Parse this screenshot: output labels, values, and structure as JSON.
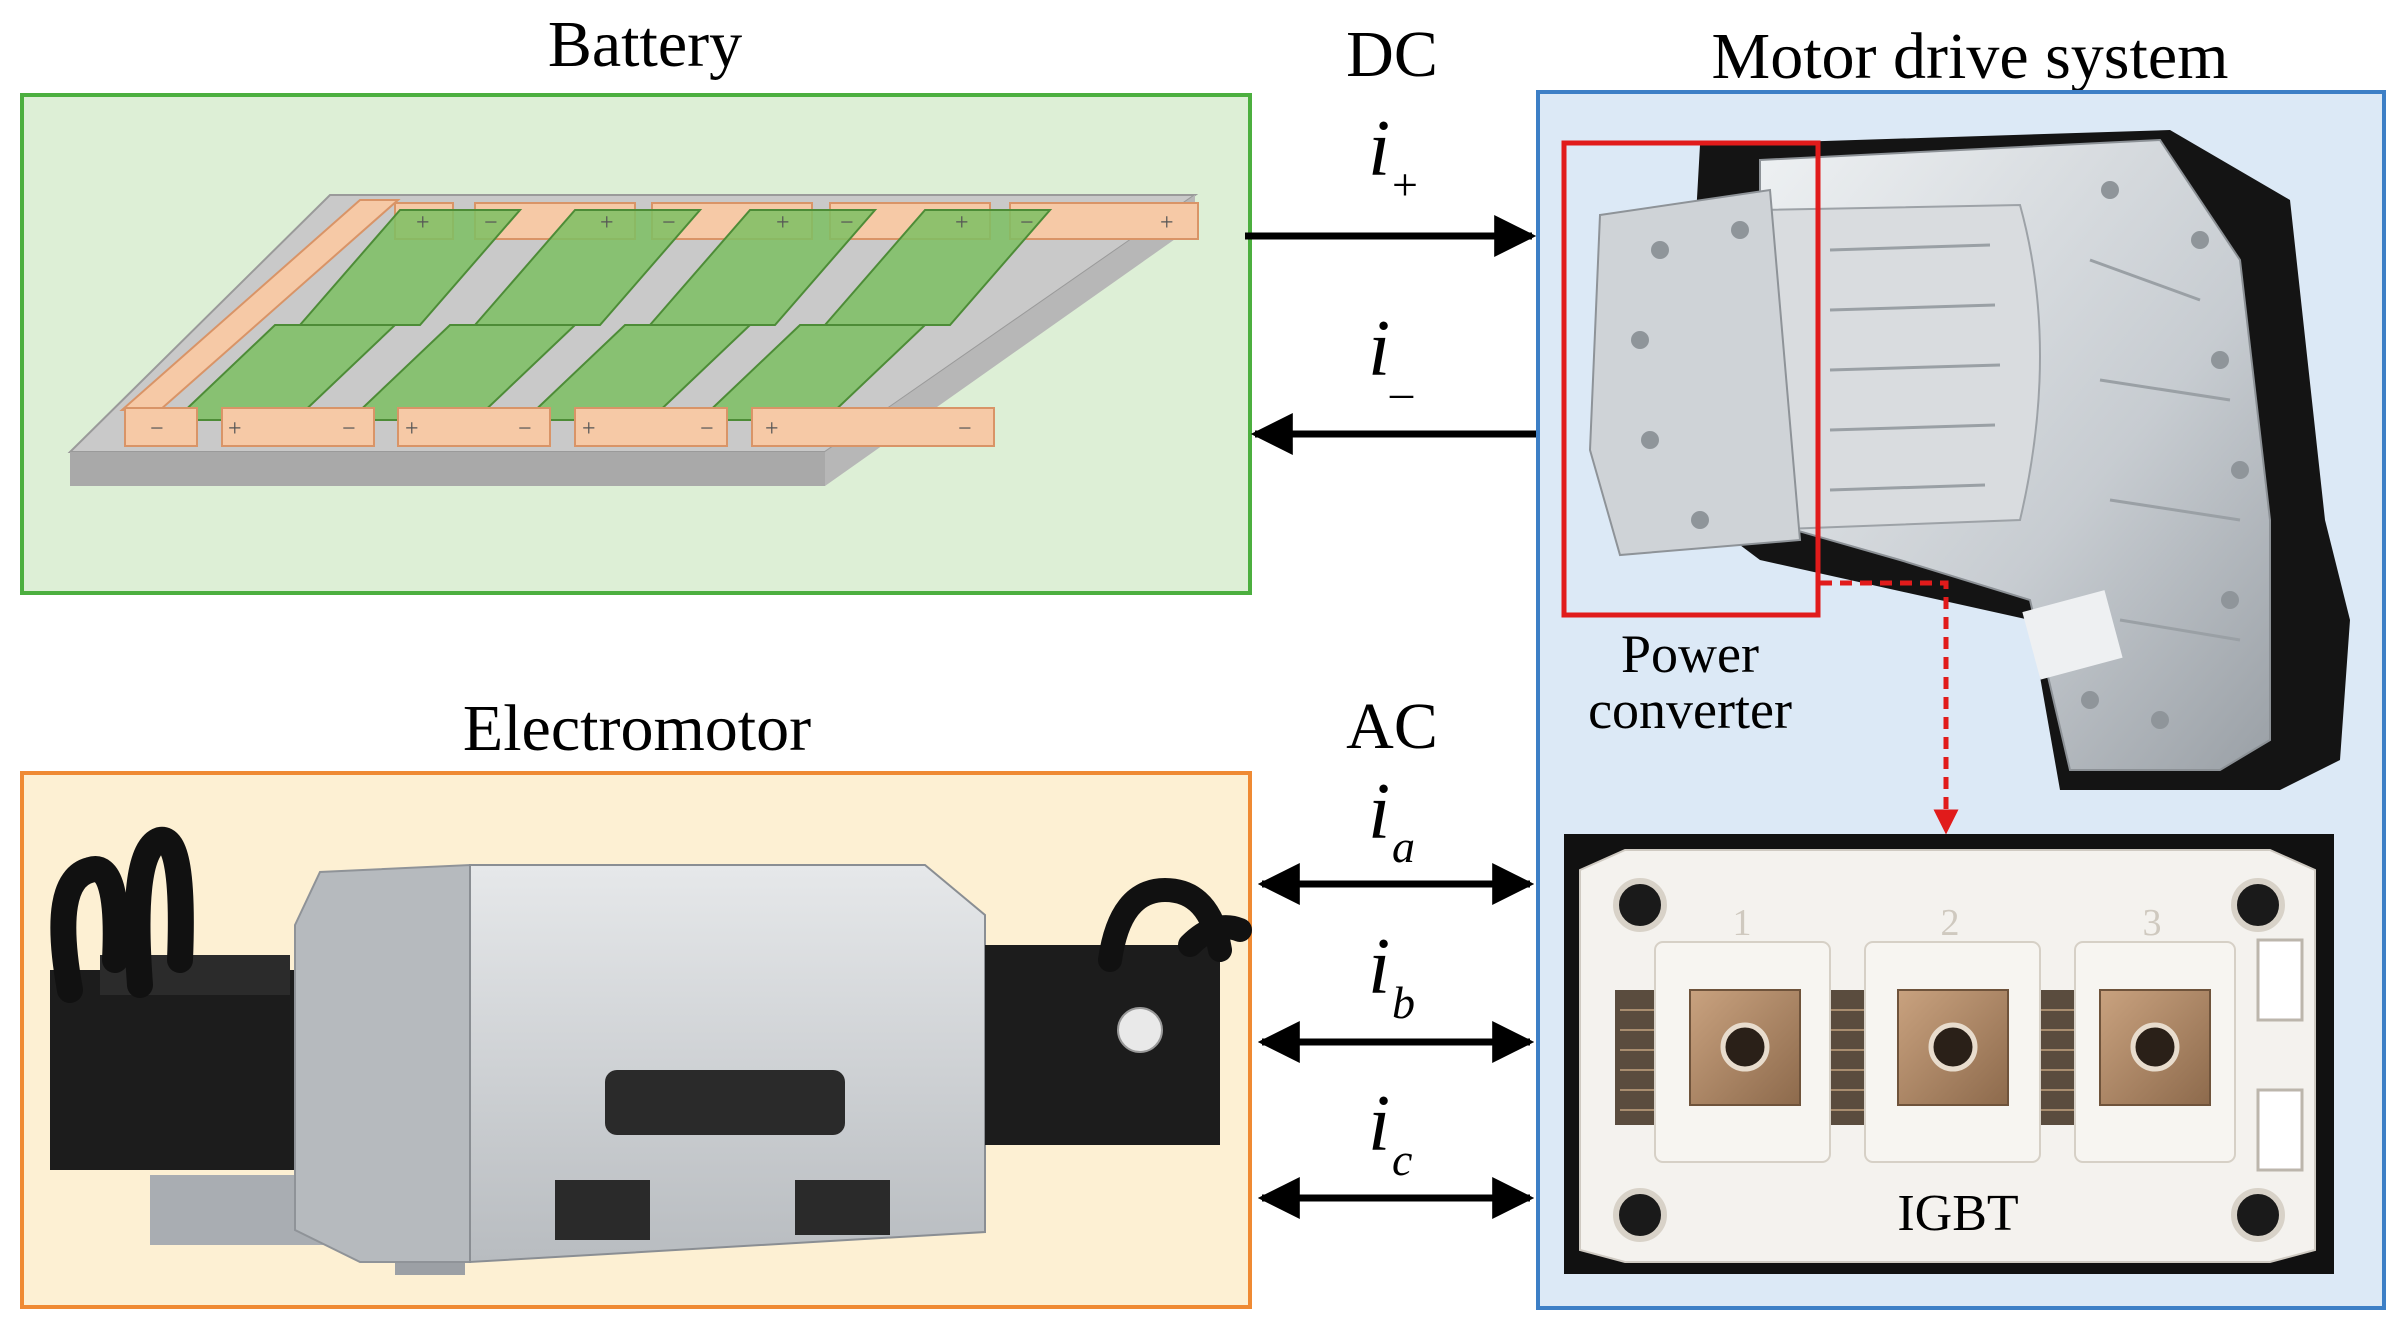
{
  "battery": {
    "title": "Battery",
    "plus_sign": "+",
    "minus_sign": "−"
  },
  "motor_drive": {
    "title": "Motor drive system",
    "power_converter_line1": "Power",
    "power_converter_line2": "converter",
    "igbt_label": "IGBT",
    "igbt_terminals": [
      "1",
      "2",
      "3"
    ]
  },
  "electromotor": {
    "title": "Electromotor"
  },
  "dc": {
    "label": "DC",
    "i_plus": {
      "symbol": "i",
      "subscript": "+"
    },
    "i_minus": {
      "symbol": "i",
      "subscript": "_"
    }
  },
  "ac": {
    "label": "AC",
    "currents": [
      {
        "symbol": "i",
        "subscript": "a"
      },
      {
        "symbol": "i",
        "subscript": "b"
      },
      {
        "symbol": "i",
        "subscript": "c"
      }
    ]
  },
  "colors": {
    "battery_border": "#4caf3f",
    "battery_fill": "#ddefd6",
    "motor_drive_border": "#3d7fc6",
    "motor_drive_fill": "#dce9f6",
    "electromotor_border": "#ef8a33",
    "electromotor_fill": "#fdf0d3",
    "converter_highlight": "#e11b1b",
    "cell_green": "#7cc063",
    "busbar": "#f6c9a6"
  }
}
